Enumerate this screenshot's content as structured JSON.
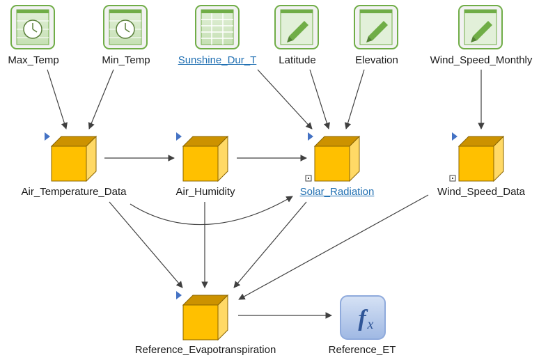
{
  "nodes": {
    "max_temp": {
      "label": "Max_Temp",
      "kind": "clock-sheet"
    },
    "min_temp": {
      "label": "Min_Temp",
      "kind": "clock-sheet"
    },
    "sunshine": {
      "label": "Sunshine_Dur_T",
      "kind": "table-sheet",
      "linked": true
    },
    "latitude": {
      "label": "Latitude",
      "kind": "pencil-sheet"
    },
    "elevation": {
      "label": "Elevation",
      "kind": "pencil-sheet"
    },
    "wind_monthly": {
      "label": "Wind_Speed_Monthly",
      "kind": "pencil-sheet"
    },
    "air_temp": {
      "label": "Air_Temperature_Data",
      "kind": "cube"
    },
    "air_humidity": {
      "label": "Air_Humidity",
      "kind": "cube"
    },
    "solar": {
      "label": "Solar_Radiation",
      "kind": "cube",
      "linked": true
    },
    "wind_data": {
      "label": "Wind_Speed_Data",
      "kind": "cube"
    },
    "ref_evap": {
      "label": "Reference_Evapotranspiration",
      "kind": "cube"
    },
    "ref_et": {
      "label": "Reference_ET",
      "kind": "function"
    }
  },
  "colors": {
    "sheet_fill": "#c6e0b4",
    "sheet_border": "#70ad47",
    "cube_front": "#ffc000",
    "cube_top": "#e6a800",
    "cube_side": "#ffd966",
    "arrow": "#404040",
    "function_fill": "#b4c7e7",
    "function_text": "#2f5597",
    "marker": "#4472c4",
    "link_text": "#1f6fb2"
  }
}
